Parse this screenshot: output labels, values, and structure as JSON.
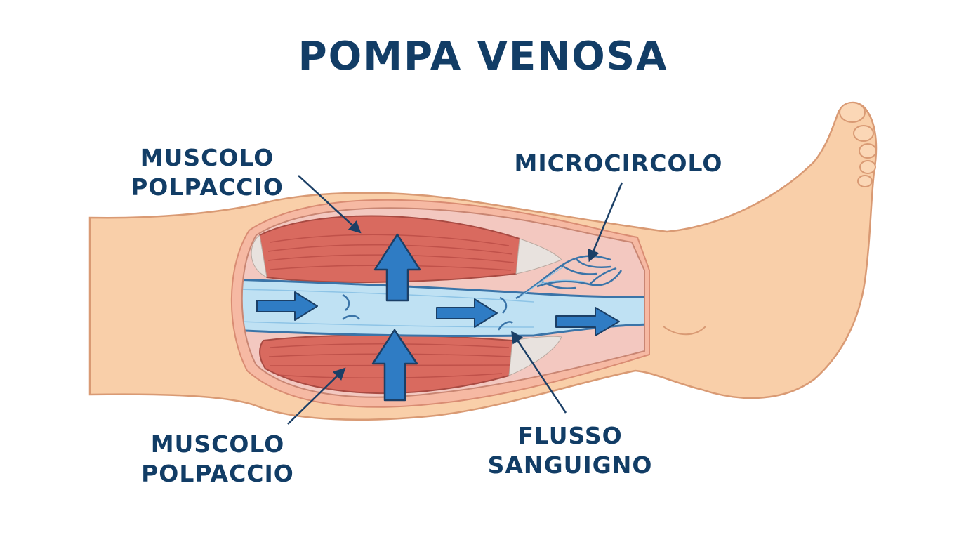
{
  "title": "POMPA VENOSA",
  "labels": {
    "muscle_top": {
      "line1": "MUSCOLO",
      "line2": "POLPACCIO"
    },
    "muscle_bottom": {
      "line1": "MUSCOLO",
      "line2": "POLPACCIO"
    },
    "microcirculation": "MICROCIRCOLO",
    "blood_flow": {
      "line1": "FLUSSO",
      "line2": "SANGUIGNO"
    }
  },
  "colors": {
    "title_text": "#123d66",
    "skin": "#f9cfa9",
    "skin_outline": "#d99a74",
    "muscle": "#d96a5f",
    "muscle_fiber": "#b94c45",
    "vein_fill": "#bfe1f3",
    "vein_outline": "#3a74a8",
    "arrow": "#2f7cc4",
    "arrow_outline": "#1b3f66"
  },
  "icons": {
    "flow_arrow": "right-arrow-icon",
    "pump_arrow": "up-arrow-icon",
    "leader_line": "pointer-arrow-icon"
  }
}
